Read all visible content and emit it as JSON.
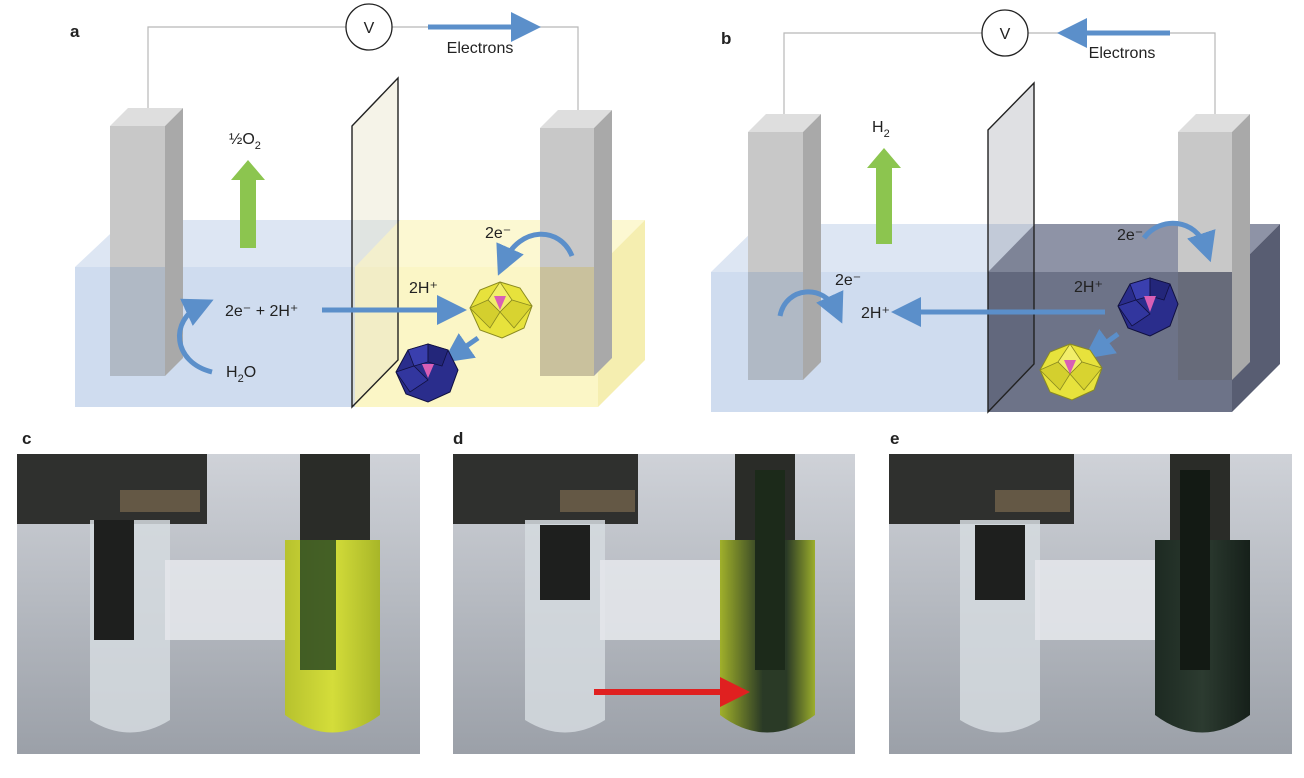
{
  "panel_a": {
    "letter": "a",
    "voltmeter": "V",
    "electrons": "Electrons",
    "gas": "½O",
    "gas_sub": "2",
    "electrons_right": "2e⁻",
    "protons_right": "2H⁺",
    "reaction_products": "2e⁻ + 2H⁺",
    "water": "H",
    "water_sub": "2",
    "water_end": "O",
    "left_solution_color": "#cfdcef",
    "right_solution_color": "#fbf6c6"
  },
  "panel_b": {
    "letter": "b",
    "voltmeter": "V",
    "electrons": "Electrons",
    "gas": "H",
    "gas_sub": "2",
    "electrons_left": "2e⁻",
    "protons_left": "2H⁺",
    "electrons_right": "2e⁻",
    "protons_right": "2H⁺",
    "left_solution_color": "#cfdcef",
    "right_solution_color": "#6d7388"
  },
  "photos": [
    {
      "letter": "c"
    },
    {
      "letter": "d"
    },
    {
      "letter": "e"
    }
  ],
  "colors": {
    "arrow_blue": "#5b8fca",
    "gas_arrow_green": "#8cc54f",
    "electrode_gray": "#c8c8c8",
    "polyoxometalate_yellow": "#e7e23c",
    "polyoxometalate_blue": "#2a2d8c",
    "heteroatom_pink": "#d85fb5",
    "photo_red_arrow": "#e02020"
  }
}
